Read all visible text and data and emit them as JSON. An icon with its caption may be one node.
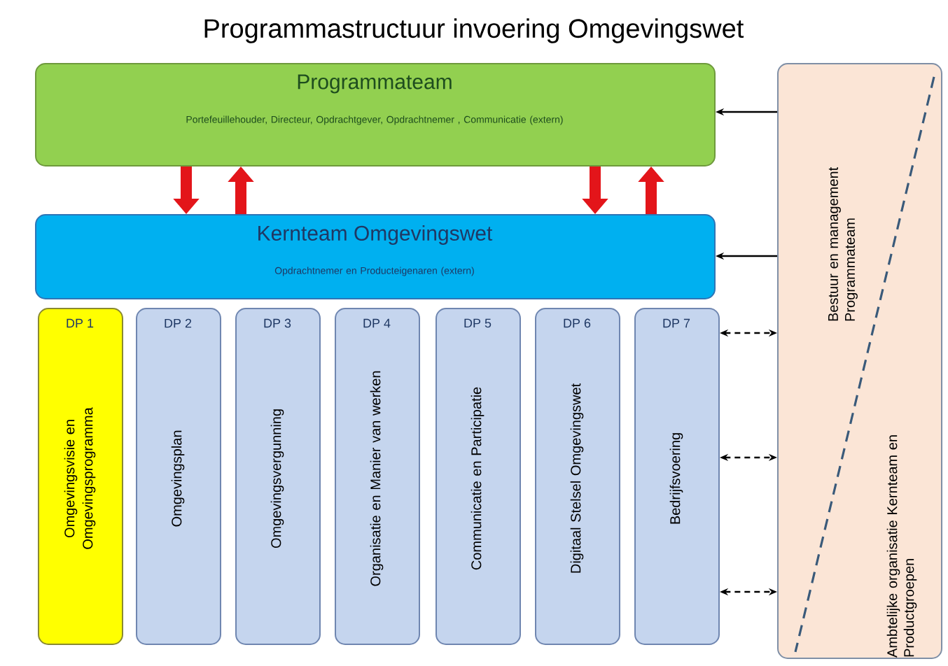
{
  "diagram": {
    "title": "Programmastructuur invoering Omgevingswet",
    "nodes": [
      {
        "text": [
          "Programmateam",
          "Portefeuillehouder, Directeur, Opdrachtgever, Opdrachtnemer , Communicatie (extern)"
        ]
      },
      {
        "text": [
          "Kernteam Omgevingswet",
          "Opdrachtnemer en Producteigenaren (extern)"
        ]
      },
      {
        "text": [
          "DP 1",
          "Omgevingsvisie en Omgevingsprogramma"
        ]
      },
      {
        "text": [
          "DP 2",
          "Omgevingsplan"
        ]
      },
      {
        "text": [
          "DP 3",
          "Omgevingsvergunning"
        ]
      },
      {
        "text": [
          "DP 4",
          "Organisatie en Manier van werken"
        ]
      },
      {
        "text": [
          "DP 5",
          "Communicatie en Participatie"
        ]
      },
      {
        "text": [
          "DP 6",
          "Digitaal Stelsel Omgevingswet"
        ]
      },
      {
        "text": [
          "DP 7",
          "Bedrijfsvoering"
        ]
      },
      {
        "text": [
          "Bestuur en management Programmateam",
          "Ambtelijke organisatie Kernteam en Productgroepen"
        ]
      }
    ],
    "edges": [
      {
        "from": 0,
        "to": 1,
        "arrow": "to",
        "style": "thick",
        "color": "#e3151a"
      },
      {
        "from": 1,
        "to": 0,
        "arrow": "to",
        "style": "thick",
        "color": "#e3151a"
      },
      {
        "from": 0,
        "to": 1,
        "arrow": "to",
        "style": "thick",
        "color": "#e3151a"
      },
      {
        "from": 1,
        "to": 0,
        "arrow": "to",
        "style": "thick",
        "color": "#e3151a"
      },
      {
        "from": 9,
        "to": 0,
        "arrow": "to"
      },
      {
        "from": 9,
        "to": 1,
        "arrow": "to"
      },
      {
        "from": 8,
        "to": 9,
        "arrow": "both",
        "style": "dashed"
      },
      {
        "from": 8,
        "to": 9,
        "arrow": "both",
        "style": "dashed"
      },
      {
        "from": 8,
        "to": 9,
        "arrow": "both",
        "style": "dashed"
      }
    ]
  }
}
